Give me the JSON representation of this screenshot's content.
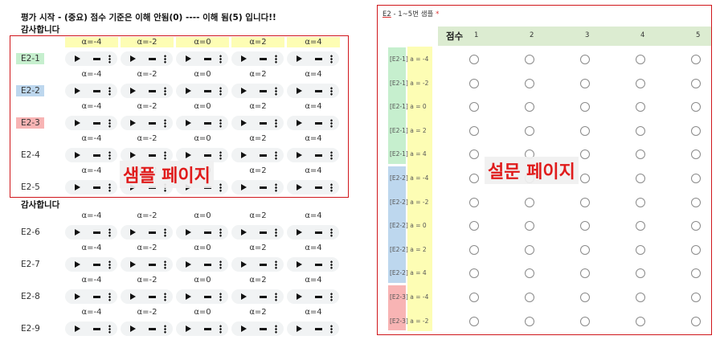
{
  "left": {
    "header_line": "평가 시작 - (중요) 점수 기준은 이해 안됨(0) ---- 이해 됨(5) 입니다!!",
    "thanks_1": "감사합니다",
    "thanks_2": "감사합니다",
    "alpha_labels": [
      "α=-4",
      "α=-2",
      "α=0",
      "α=2",
      "α=4"
    ],
    "rows": [
      {
        "label": "E2-1",
        "color": "#c6efce"
      },
      {
        "label": "E2-2",
        "color": "#bdd7ee"
      },
      {
        "label": "E2-3",
        "color": "#f8b4b4"
      },
      {
        "label": "E2-4",
        "color": ""
      },
      {
        "label": "E2-5",
        "color": ""
      },
      {
        "label": "E2-6",
        "color": ""
      },
      {
        "label": "E2-7",
        "color": ""
      },
      {
        "label": "E2-8",
        "color": ""
      },
      {
        "label": "E2-9",
        "color": ""
      }
    ],
    "overlay_text": "샘플 페이지",
    "icons": {
      "play": "play-icon",
      "volume": "volume-icon",
      "menu": "more-vert-icon"
    }
  },
  "right": {
    "question_code": "E2",
    "question_rest": " - 1~5번 샘플 ",
    "required_mark": "*",
    "score_label": "점수",
    "score_columns": [
      "1",
      "2",
      "3",
      "4",
      "5"
    ],
    "options": [
      {
        "tag": "[E2-1]",
        "alpha": "a = -4"
      },
      {
        "tag": "[E2-1]",
        "alpha": "a = -2"
      },
      {
        "tag": "[E2-1]",
        "alpha": "a = 0"
      },
      {
        "tag": "[E2-1]",
        "alpha": "a = 2"
      },
      {
        "tag": "[E2-1]",
        "alpha": "a = 4"
      },
      {
        "tag": "[E2-2]",
        "alpha": "a = -4"
      },
      {
        "tag": "[E2-2]",
        "alpha": "a = -2"
      },
      {
        "tag": "[E2-2]",
        "alpha": "a = 0"
      },
      {
        "tag": "[E2-2]",
        "alpha": "a = 2"
      },
      {
        "tag": "[E2-2]",
        "alpha": "a = 4"
      },
      {
        "tag": "[E2-3]",
        "alpha": "a = -4"
      },
      {
        "tag": "[E2-3]",
        "alpha": "a = -2"
      }
    ],
    "group_colors": [
      "#c6efce",
      "#bdd7ee",
      "#f8b4b4"
    ],
    "alpha_column_color": "#fdfdb4",
    "overlay_text": "설문 페이지"
  }
}
